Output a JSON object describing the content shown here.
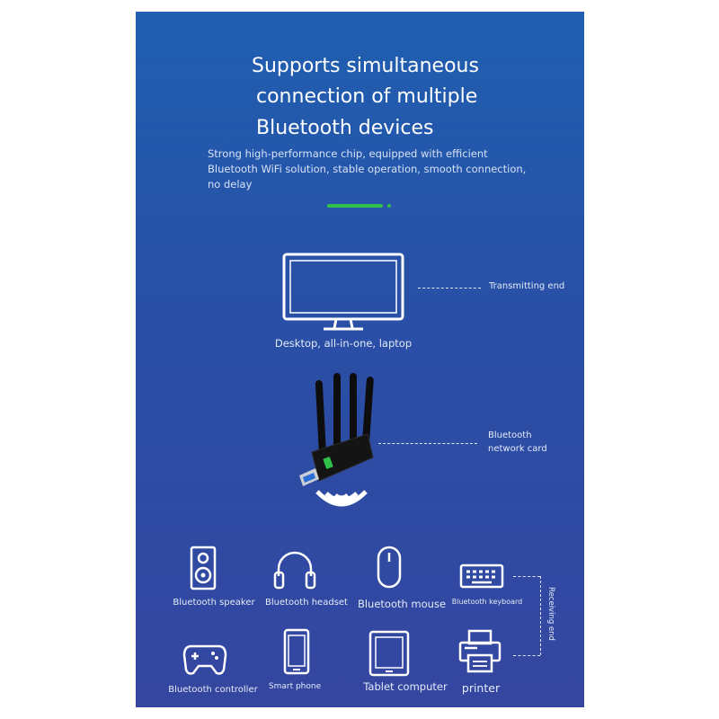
{
  "headline": {
    "line1": "Supports simultaneous",
    "line2": "connection of multiple",
    "line3": "Bluetooth devices"
  },
  "subtext": {
    "line1": "Strong high-performance chip, equipped with efficient",
    "line2": "Bluetooth WiFi solution, stable operation, smooth connection,",
    "line3": "no delay"
  },
  "accent_color": "#33c048",
  "monitor": {
    "caption": "Desktop, all-in-one, laptop",
    "role": "Transmitting end"
  },
  "adapter": {
    "role_line1": "Bluetooth",
    "role_line2": "network card"
  },
  "devices": {
    "speaker": "Bluetooth speaker",
    "headset": "Bluetooth headset",
    "mouse": "Bluetooth mouse",
    "keyboard": "Bluetooth keyboard",
    "controller": "Bluetooth controller",
    "phone": "Smart phone",
    "tablet": "Tablet computer",
    "printer": "printer"
  },
  "receiving_label": "Receiving end"
}
